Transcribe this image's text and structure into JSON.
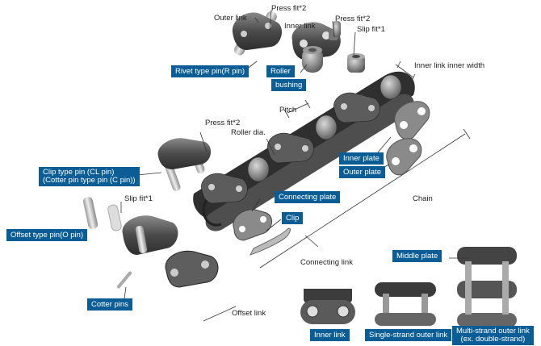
{
  "labels": {
    "outer_link": "Outer link",
    "press_fit_1": "Press fit*2",
    "inner_link_top": "Inner link",
    "press_fit_2": "Press fit*2",
    "slip_fit_1": "Slip fit*1",
    "inner_link_inner_width": "Inner link inner width",
    "pitch": "Pitch",
    "press_fit_3": "Press fit*2",
    "roller_dia": "Roller dia.",
    "chain": "Chain",
    "slip_fit_2": "Slip fit*1",
    "connecting_link": "Connecting link",
    "offset_link": "Offset link"
  },
  "boxes": {
    "rivet_type_pin": "Rivet type pin(R pin)",
    "roller": "Roller",
    "bushing": "bushing",
    "inner_plate": "Inner plate",
    "outer_plate": "Outer plate",
    "clip_type_pin_1": "Clip type pin (CL pin)",
    "clip_type_pin_2": "(Cotter pin type pin (C pin))",
    "connecting_plate": "Connecting plate",
    "clip": "Clip",
    "offset_type_pin": "Offset type pin(O pin)",
    "cotter_pins": "Cotter pins",
    "middle_plate": "Middle plate",
    "inner_link_bottom": "Inner link",
    "single_strand_outer_link": "Single-strand outer link",
    "multi_strand_1": "Multi-strand outer link",
    "multi_strand_2": "(ex. double-strand)"
  },
  "colors": {
    "label_bg": "#0a5d95",
    "metal_dark": "#4a4a4a",
    "metal_light": "#b8b8b8"
  }
}
